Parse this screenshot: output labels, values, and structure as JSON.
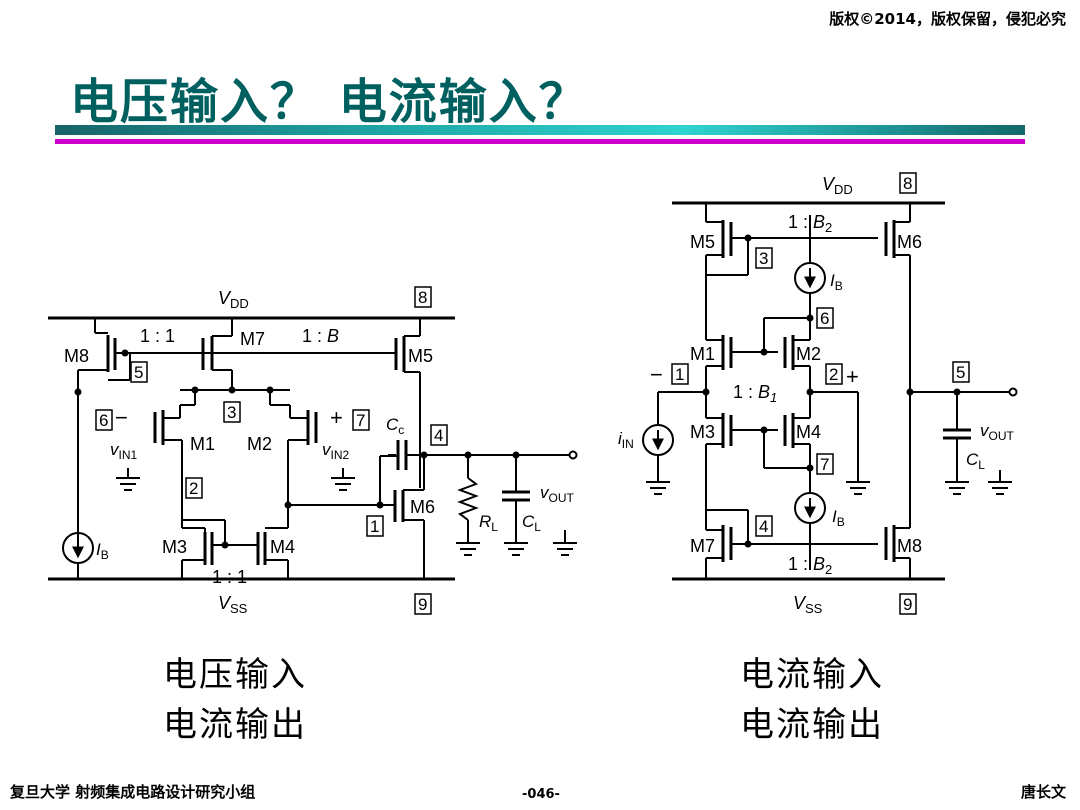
{
  "header": {
    "copyright": "版权©2014，版权保留，侵犯必究",
    "title": "电压输入？ 电流输入？"
  },
  "left_circuit": {
    "vdd": "DD",
    "vss": "SS",
    "node_vdd": "8",
    "node_vss": "9",
    "ratio_top_a": "1 : 1",
    "ratio_top_b": "1 : ",
    "ratio_top_b_var": "B",
    "ratio_bottom": "1 : 1",
    "transistors": [
      "M1",
      "M2",
      "M3",
      "M4",
      "M5",
      "M6",
      "M7",
      "M8"
    ],
    "nodes": [
      "1",
      "2",
      "3",
      "4",
      "5",
      "6",
      "7"
    ],
    "vin1": "IN1",
    "vin2": "IN2",
    "ib": "B",
    "cc": "c",
    "rl": "L",
    "cl": "L",
    "vout": "OUT",
    "minus": "−",
    "plus": "+",
    "caption_line1": "电压输入",
    "caption_line2": "电流输出"
  },
  "right_circuit": {
    "vdd": "DD",
    "vss": "SS",
    "node_vdd": "8",
    "node_vss": "9",
    "ratio_top": "1 : ",
    "ratio_top_var": "B",
    "ratio_top_sub": "2",
    "ratio_mid": "1 : ",
    "ratio_mid_var": "B",
    "ratio_mid_sub": "1",
    "ratio_bottom": "1 : ",
    "ratio_bottom_var": "B",
    "ratio_bottom_sub": "2",
    "transistors": [
      "M1",
      "M2",
      "M3",
      "M4",
      "M5",
      "M6",
      "M7",
      "M8"
    ],
    "nodes": [
      "1",
      "2",
      "3",
      "4",
      "5",
      "6",
      "7"
    ],
    "iin": "IN",
    "ib_top": "B",
    "ib_bottom": "B",
    "vout": "OUT",
    "cl": "L",
    "minus": "−",
    "plus": "+",
    "caption_line1": "电流输入",
    "caption_line2": "电流输出"
  },
  "footer": {
    "left": "复旦大学   射频集成电路设计研究小组",
    "page": "-046-",
    "author": "唐长文"
  }
}
